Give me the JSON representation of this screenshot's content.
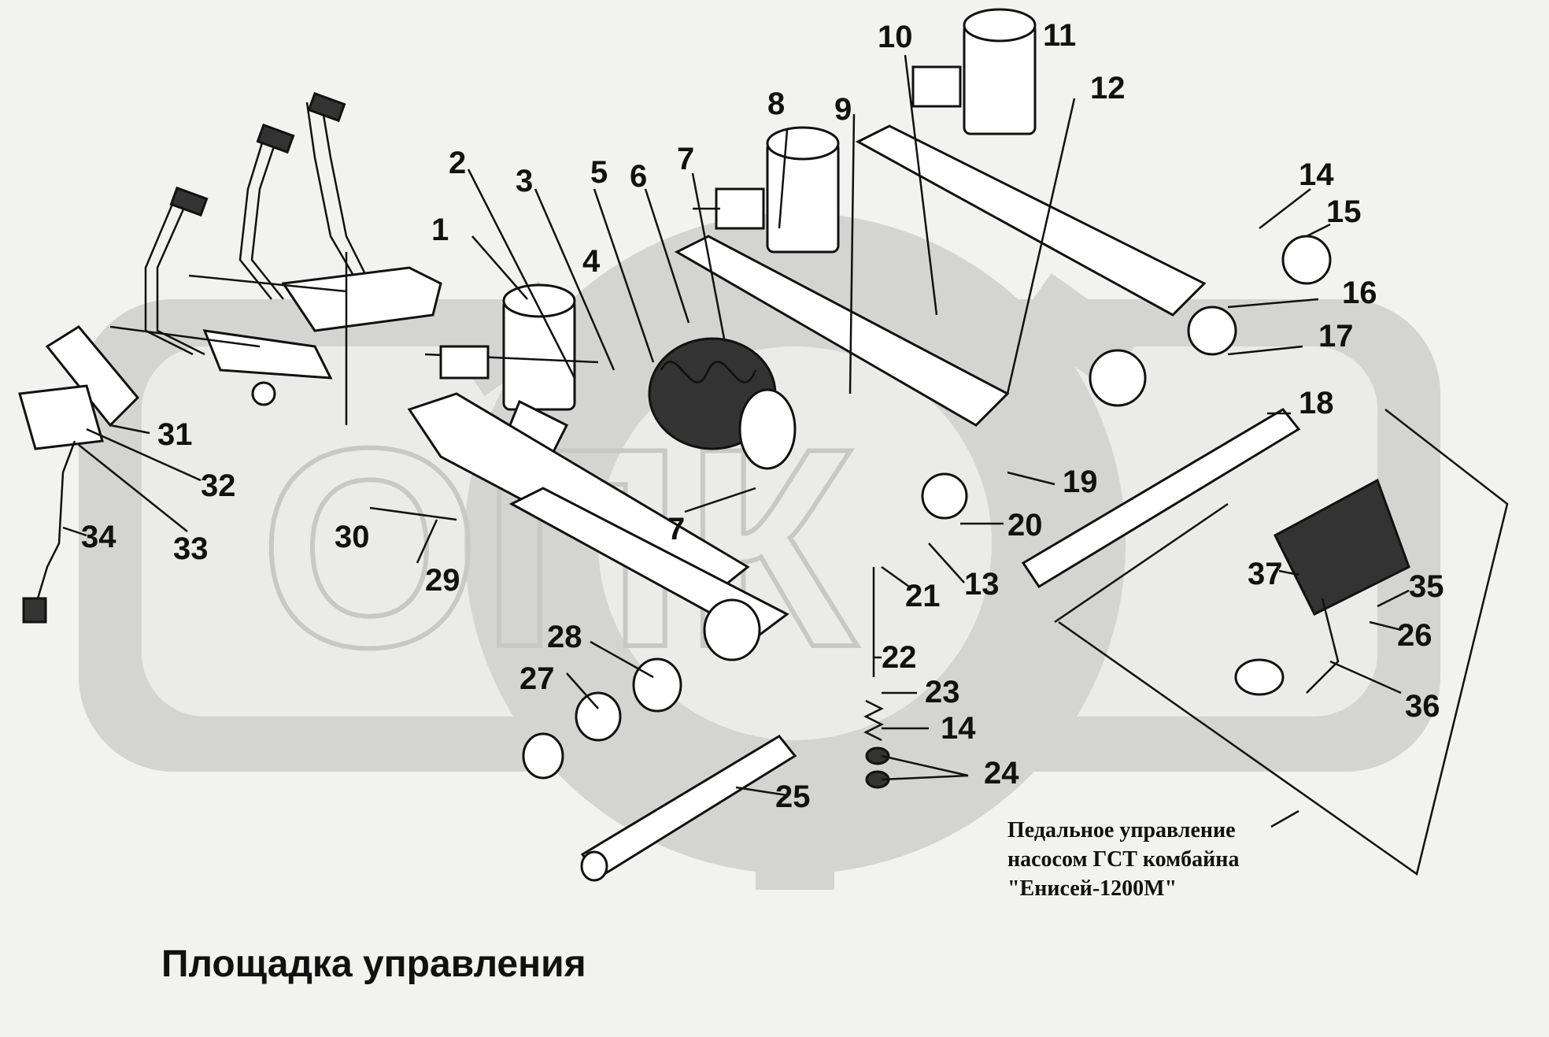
{
  "title": "Площадка управления",
  "caption": {
    "line1": "Педальное управление",
    "line2": "насосом ГСТ комбайна",
    "line3": "\"Енисей-1200М\""
  },
  "watermark": {
    "text": "ОПК",
    "icon": "gear-logo-icon"
  },
  "callouts": [
    "1",
    "2",
    "3",
    "5",
    "6",
    "7",
    "4",
    "8",
    "9",
    "10",
    "11",
    "12",
    "14",
    "15",
    "16",
    "17",
    "18",
    "19",
    "20",
    "21",
    "13",
    "22",
    "23",
    "14",
    "24",
    "25",
    "28",
    "27",
    "30",
    "29",
    "31",
    "32",
    "33",
    "34",
    "7",
    "37",
    "35",
    "26",
    "36"
  ]
}
